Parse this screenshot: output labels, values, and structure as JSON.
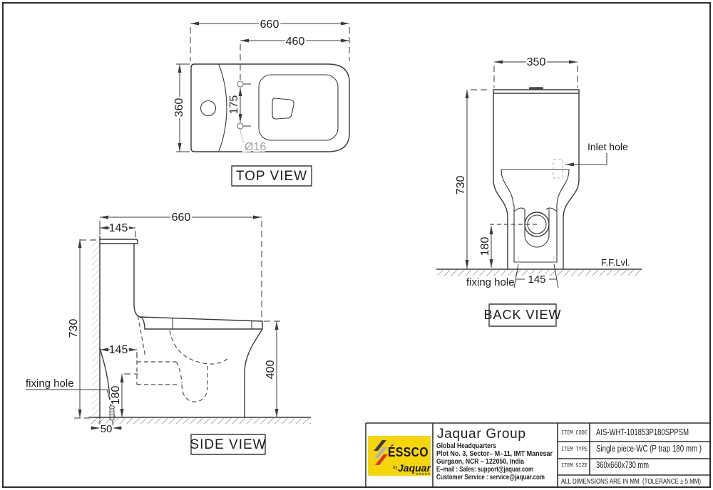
{
  "drawing": {
    "views": {
      "top": {
        "label": "TOP VIEW",
        "dim_overall_width": "660",
        "dim_bowl_length": "460",
        "dim_depth": "360",
        "dim_seat_holes_span": "175",
        "dim_seat_hole_dia": "Ø16"
      },
      "side": {
        "label": "SIDE VIEW",
        "dim_overall_length": "660",
        "dim_tank_top": "145",
        "dim_height": "730",
        "dim_trap_offset": "145",
        "dim_trap_height": "180",
        "dim_wall_offset": "50",
        "dim_rim_height": "400",
        "fixing_hole_label": "fixing hole"
      },
      "back": {
        "label": "BACK VIEW",
        "dim_tank_width": "350",
        "dim_height": "730",
        "dim_drain_height": "180",
        "dim_fixing_span": "145",
        "inlet_label": "Inlet hole",
        "floor_level_label": "F.F.Lvl.",
        "fixing_hole_label": "fixing hole"
      }
    },
    "title_block": {
      "logo": {
        "brand": "ÉSSCO",
        "by": "by",
        "sub_brand": "Jaquar",
        "sub_group": "GROUP",
        "bg_color": "#F6D60A",
        "stripe_colors": [
          "#3A4045",
          "#ADB3B9",
          "#D8352F"
        ]
      },
      "company": "Jaquar Group",
      "address": [
        "Global Headquarters",
        "Plot No. 3, Sector– M–11, IMT Manesar",
        "Gurgaon, NCR – 122050, India",
        "E–mail : Sales: support@jaquar.com",
        "Customer Service : service@jaquar.com"
      ],
      "rows": [
        {
          "label": "ITEM CODE",
          "value": "AIS-WHT-101853P180SPPSM"
        },
        {
          "label": "ITEM TYPE",
          "value": "Single piece-WC (P trap 180 mm )"
        },
        {
          "label": "ITEM SIZE",
          "value": "360x660x730 mm"
        }
      ],
      "note": "ALL DIMENSIONS ARE IN MM. (TOLERANCE ± 5 MM)"
    }
  }
}
